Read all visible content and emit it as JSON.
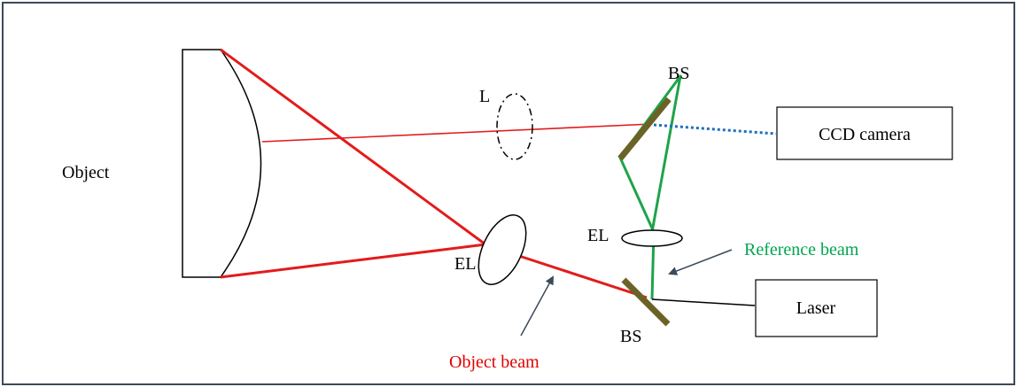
{
  "labels": {
    "object": "Object",
    "lens": "L",
    "beam_splitter_top": "BS",
    "beam_splitter_bottom": "BS",
    "expander_lens_object": "EL",
    "expander_lens_reference": "EL",
    "ccd_camera": "CCD camera",
    "laser": "Laser",
    "reference_beam": "Reference beam",
    "object_beam": "Object beam"
  },
  "colors": {
    "frame": "#3b4a5a",
    "object_beam": "#e31b1b",
    "reference_beam": "#1fa34a",
    "splitter": "#6b6226",
    "camera_link": "#1f6fbf",
    "arrow": "#3b4a5a",
    "text_red": "#e00000",
    "text_green": "#00a650"
  }
}
